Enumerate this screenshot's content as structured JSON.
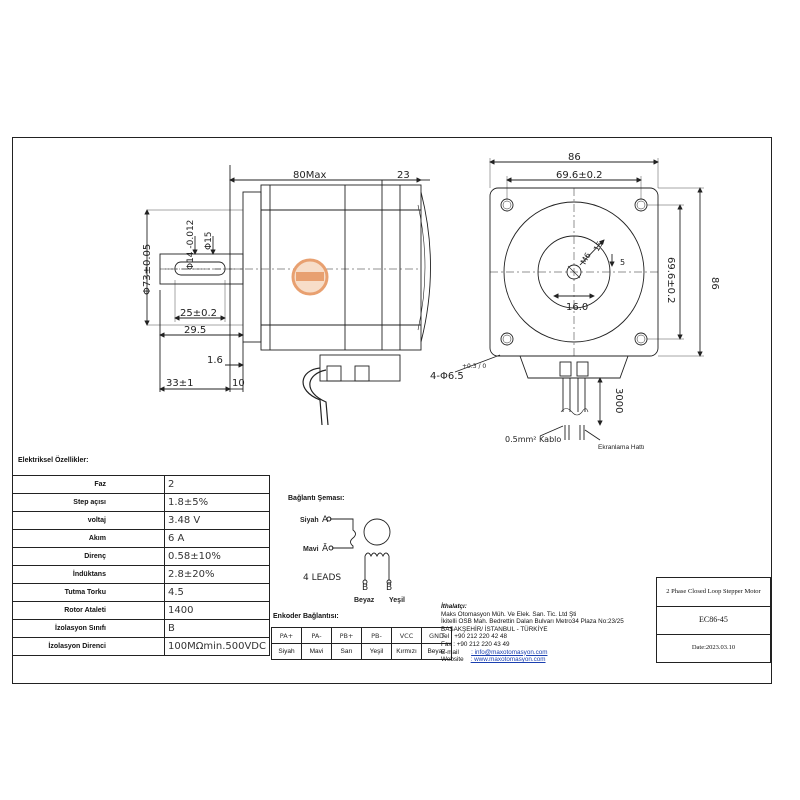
{
  "front_view": {
    "dim_length": "80Max",
    "dim_shaft_len": "23",
    "dim_flange_dia": "Φ73±0.05",
    "dim_shaft_dia": "Φ14 -0.012",
    "dim_shaft_dia_small": "Φ15",
    "dim_key_len": "25±0.2",
    "dim_shaft_total": "29.5",
    "dim_step": "1.6",
    "dim_shaft_out": "33±1",
    "dim_flange_thk": "10"
  },
  "side_view": {
    "dim_width": "86",
    "dim_hole_spacing": "69.6±0.2",
    "dim_height": "86",
    "dim_hole_spacing_v": "69.6±0.2",
    "dim_thread": "M6",
    "dim_thread_depth": "15",
    "dim_key": "5",
    "dim_shaft": "16.0",
    "dim_holes": "4-Φ6.5",
    "dim_holes_tol": "+0.3 / 0",
    "dim_cable_len": "3000",
    "cable_label": "0.5mm² Kablo",
    "shield_label": "Ekranlama Hattı"
  },
  "specs": {
    "title": "Elektriksel Özellikler:",
    "rows": [
      {
        "key": "Faz",
        "value": "2"
      },
      {
        "key": "Step açısı",
        "value": "1.8±5%"
      },
      {
        "key": "voltaj",
        "value": "3.48 V"
      },
      {
        "key": "Akım",
        "value": "6 A"
      },
      {
        "key": "Direnç",
        "value": "0.58±10%"
      },
      {
        "key": "İndüktans",
        "value": "2.8±20%"
      },
      {
        "key": "Tutma Torku",
        "value": "4.5"
      },
      {
        "key": "Rotor Ataleti",
        "value": "1400"
      },
      {
        "key": "İzolasyon Sınıfı",
        "value": "B"
      },
      {
        "key": "İzolasyon Direnci",
        "value": "100MΩmin.500VDC"
      }
    ]
  },
  "wiring": {
    "title": "Bağlantı Şeması:",
    "black": "Siyah",
    "black_letter": "A",
    "blue": "Mavi",
    "blue_letter": "Ā",
    "leads": "4 LEADS",
    "white": "Beyaz",
    "white_letter": "B",
    "yellow": "Yeşil",
    "yellow_letter": "B̄"
  },
  "encoder": {
    "title": "Enkoder Bağlantısı:",
    "headers": [
      "PA+",
      "PA-",
      "PB+",
      "PB-",
      "VCC",
      "GND"
    ],
    "colors": [
      "Siyah",
      "Mavi",
      "Sarı",
      "Yeşil",
      "Kırmızı",
      "Beyaz"
    ]
  },
  "importer": {
    "title": "İthalatçı:",
    "line1": "Maks Otomasyon Müh. Ve Elek. San. Tic. Ltd Şti",
    "line2": "İkitelli OSB Mah. Bedrettin Dalan Bulvarı Metro34 Plaza No:23/25",
    "line3": "BAŞAKŞEHİR/ İSTANBUL - TÜRKİYE",
    "tel": "Tel  : +90 212 220 42 48",
    "fax": "Fax : +90 212 220 43 49",
    "email_label": "E-mail",
    "email": ": info@maxotomasyon.com",
    "web_label": "Website",
    "web": ": www.maxotomasyon.com"
  },
  "title_block": {
    "description": "2 Phase Closed Loop Stepper Motor",
    "model": "EC86-45",
    "date": "Date:2023.03.10"
  },
  "colors": {
    "line": "#222222",
    "logo": "#e8a070"
  }
}
